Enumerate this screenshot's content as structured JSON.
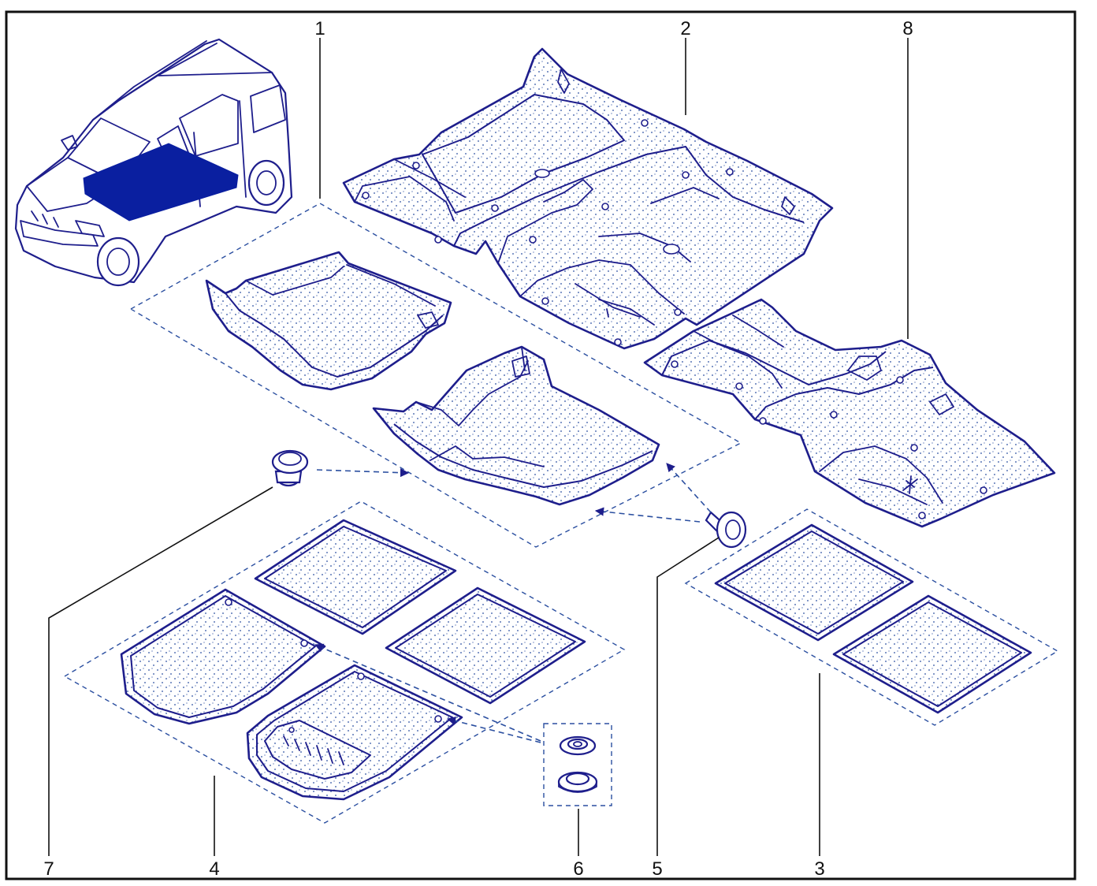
{
  "callouts": [
    {
      "id": "1",
      "label": "1"
    },
    {
      "id": "2",
      "label": "2"
    },
    {
      "id": "3",
      "label": "3"
    },
    {
      "id": "4",
      "label": "4"
    },
    {
      "id": "5",
      "label": "5"
    },
    {
      "id": "6",
      "label": "6"
    },
    {
      "id": "7",
      "label": "7"
    },
    {
      "id": "8",
      "label": "8"
    }
  ],
  "colors": {
    "line": "#1e1e8c",
    "highlight": "#0a1fa0",
    "dashed": "#2b4fa0",
    "frame": "#111111"
  }
}
